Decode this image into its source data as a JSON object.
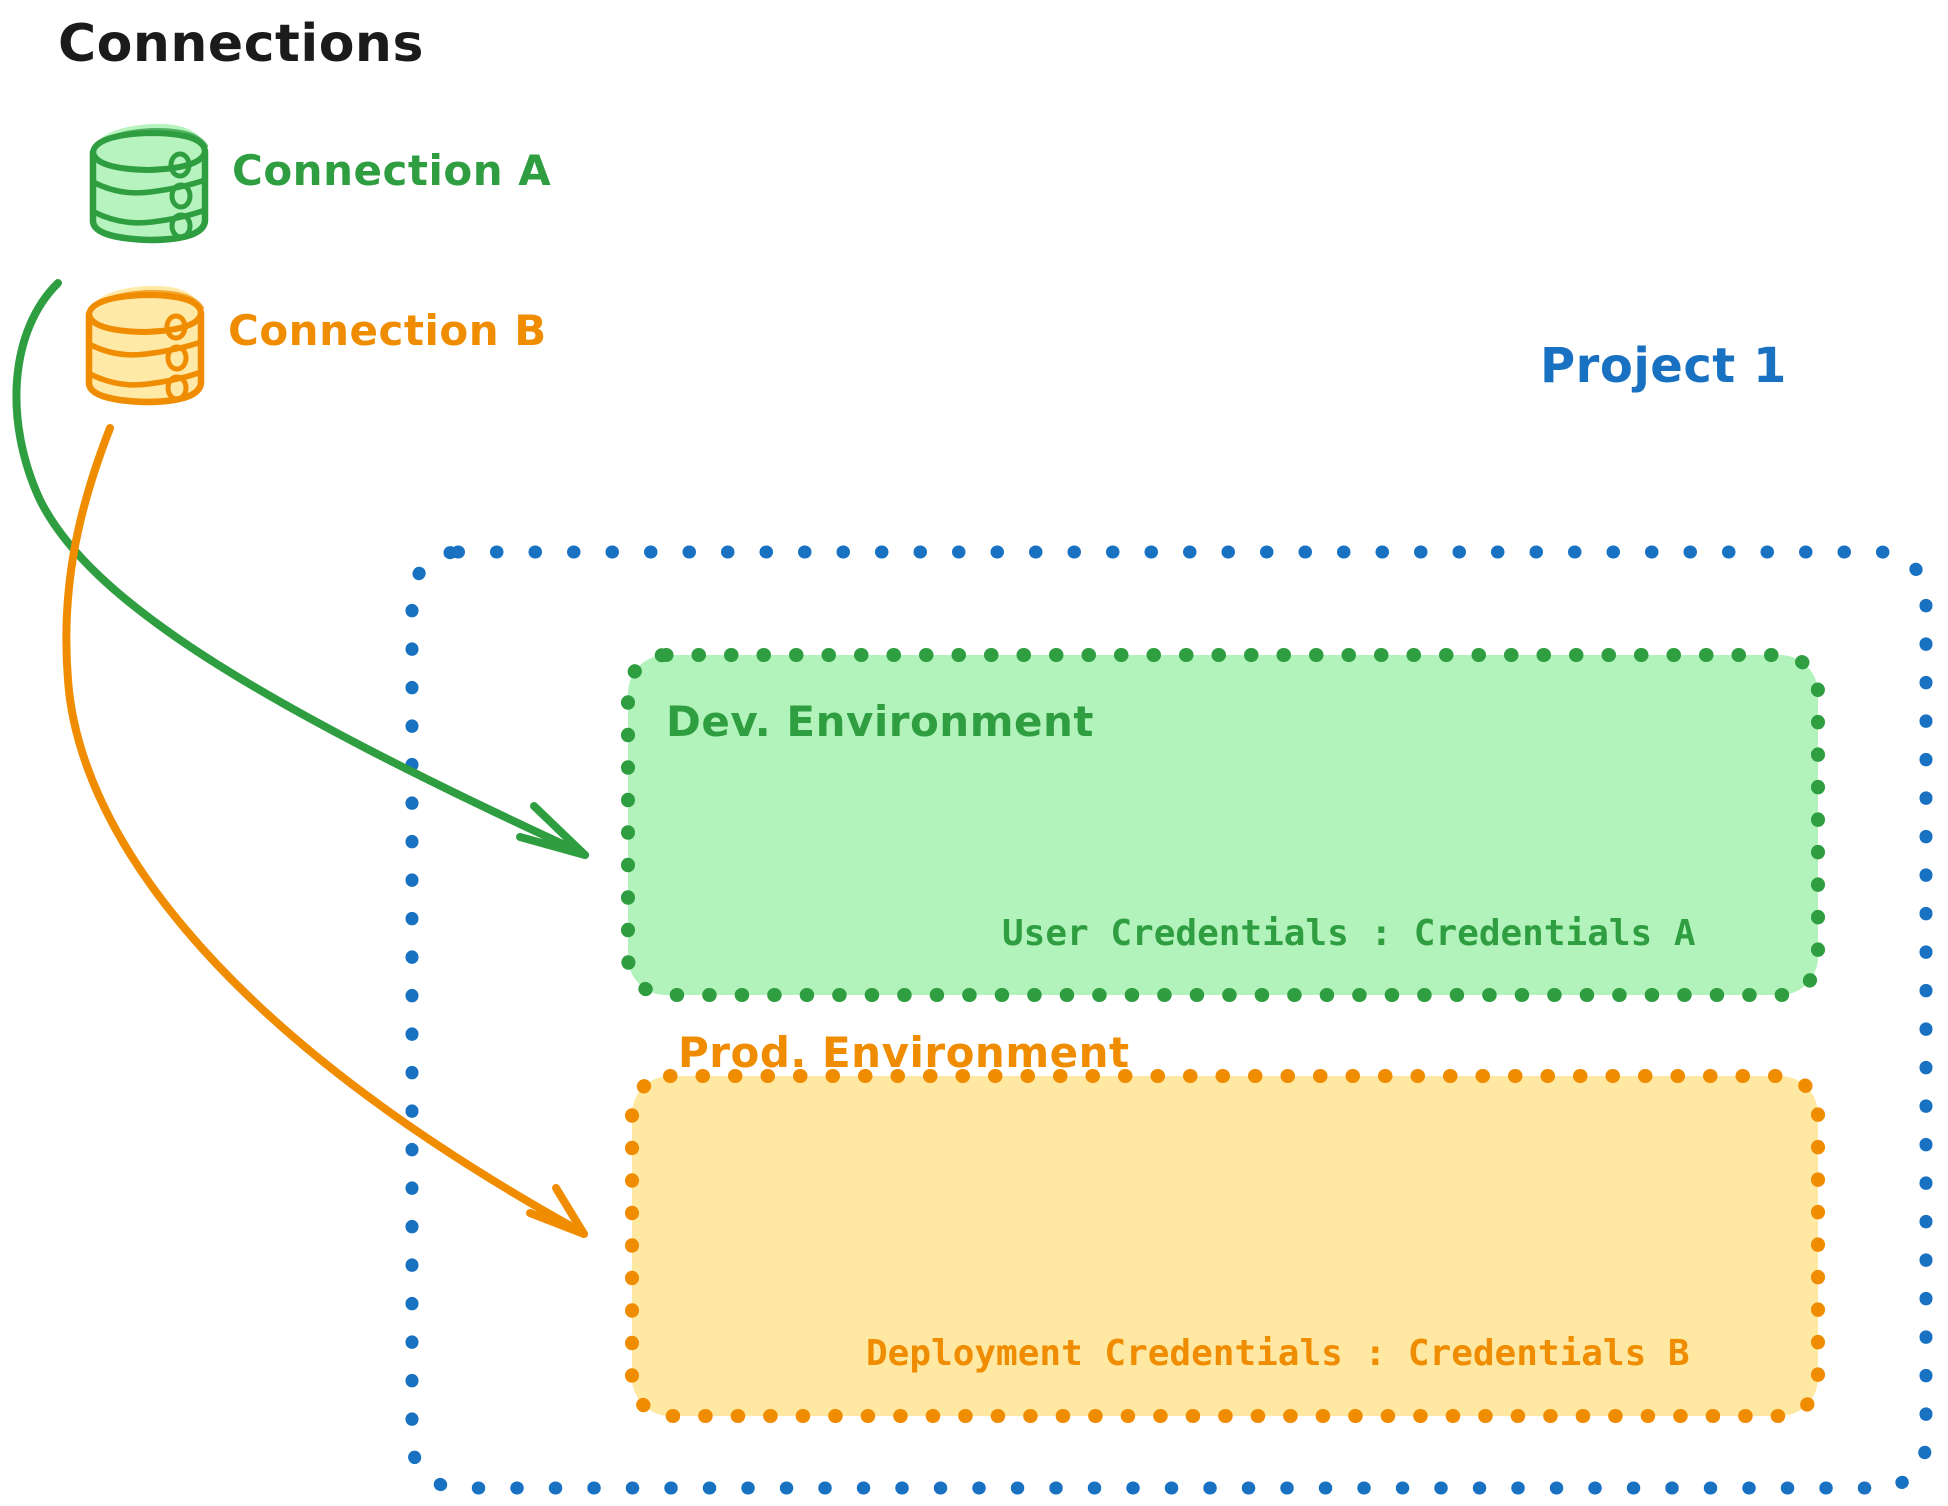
{
  "diagram": {
    "title": "Connections",
    "title_color": "#1b1b1b"
  },
  "connections": {
    "heading": "Connections",
    "items": [
      {
        "label": "Connection A",
        "color": "#2f9e41",
        "fill": "#b2f2bb",
        "icon": "database-icon"
      },
      {
        "label": "Connection B",
        "color": "#f08c00",
        "fill": "#ffe8a1",
        "icon": "database-icon"
      }
    ]
  },
  "project": {
    "label": "Project 1",
    "color": "#1971c2",
    "environments": [
      {
        "title": "Dev. Environment",
        "color": "#2f9e41",
        "fill": "#b2f2bb",
        "detail_key": "User Credentials",
        "detail_separator": ":",
        "detail_value": "Credentials A",
        "detail_text": "User Credentials : Credentials A"
      },
      {
        "title": "Prod. Environment",
        "color": "#f08c00",
        "fill": "#ffe8a1",
        "detail_key": "Deployment Credentials",
        "detail_separator": ":",
        "detail_value": "Credentials B",
        "detail_text": "Deployment Credentials : Credentials B"
      }
    ]
  },
  "arrows": [
    {
      "name": "connection-a-to-dev-environment",
      "color": "#2f9e41",
      "from": "Connection A",
      "to": "Dev. Environment"
    },
    {
      "name": "connection-b-to-prod-environment",
      "color": "#f08c00",
      "from": "Connection B",
      "to": "Prod. Environment"
    }
  ]
}
